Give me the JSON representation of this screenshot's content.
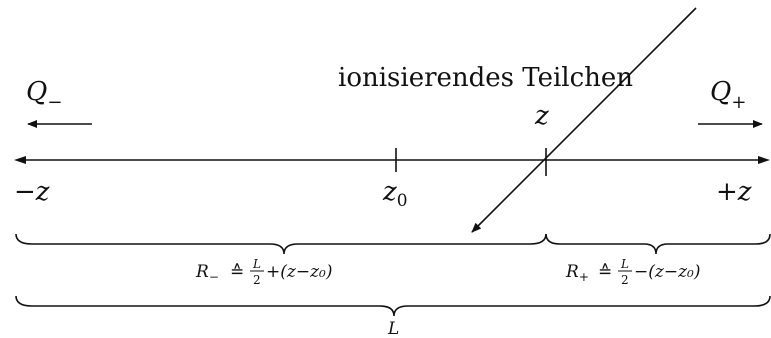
{
  "particle_label": "ionisierendes Teilchen",
  "q_minus": {
    "base": "Q",
    "sub": "−"
  },
  "q_plus": {
    "base": "Q",
    "sub": "+"
  },
  "pos_z": "z",
  "minus_z": "−z",
  "plus_z": "+z",
  "z0": {
    "base": "z",
    "sub": "0"
  },
  "r_minus": {
    "base": "R",
    "sub": "−",
    "eq": "≙",
    "frac_num": "L",
    "frac_den": "2",
    "rest": "+(z−z₀)"
  },
  "r_plus": {
    "base": "R",
    "sub": "+",
    "eq": "≙",
    "frac_num": "L",
    "frac_den": "2",
    "rest": "−(z−z₀)"
  },
  "total_length": "L"
}
